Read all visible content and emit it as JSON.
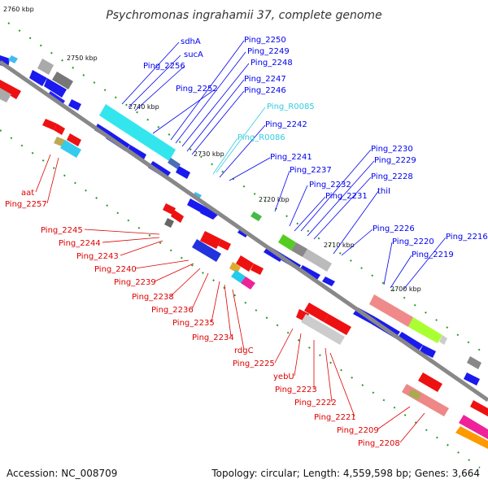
{
  "title": "Psychromonas ingrahamii 37, complete genome",
  "footer": {
    "accession": "Accession: NC_008709",
    "summary": "Topology: circular; Length: 4,559,598 bp; Genes: 3,664"
  },
  "colors": {
    "forward": "#0000ee",
    "reverse": "#dd0000",
    "rna": "#33ccdd",
    "backbone": "#8c8c8c"
  },
  "ticks": [
    "2760 kbp",
    "2750 kbp",
    "2740 kbp",
    "2730 kbp",
    "2720 kbp",
    "2710 kbp",
    "2700 kbp"
  ],
  "labels_forward": [
    "sdhA",
    "sucA",
    "Ping_2250",
    "Ping_2249",
    "Ping_2248",
    "Ping_2247",
    "Ping_2246",
    "Ping_2256",
    "Ping_2252",
    "Ping_2242",
    "Ping_2241",
    "Ping_2237",
    "Ping_2232",
    "Ping_2231",
    "Ping_2230",
    "Ping_2229",
    "Ping_2228",
    "thiI",
    "Ping_2226",
    "Ping_2220",
    "Ping_2219",
    "Ping_2216"
  ],
  "labels_rna": [
    "Ping_R0085",
    "Ping_R0086"
  ],
  "labels_reverse": [
    "aat",
    "Ping_2257",
    "Ping_2245",
    "Ping_2244",
    "Ping_2243",
    "Ping_2240",
    "Ping_2239",
    "Ping_2238",
    "Ping_2236",
    "Ping_2235",
    "Ping_2234",
    "rdgC",
    "Ping_2225",
    "yebU",
    "Ping_2223",
    "Ping_2222",
    "Ping_2221",
    "Ping_2209",
    "Ping_2208"
  ]
}
